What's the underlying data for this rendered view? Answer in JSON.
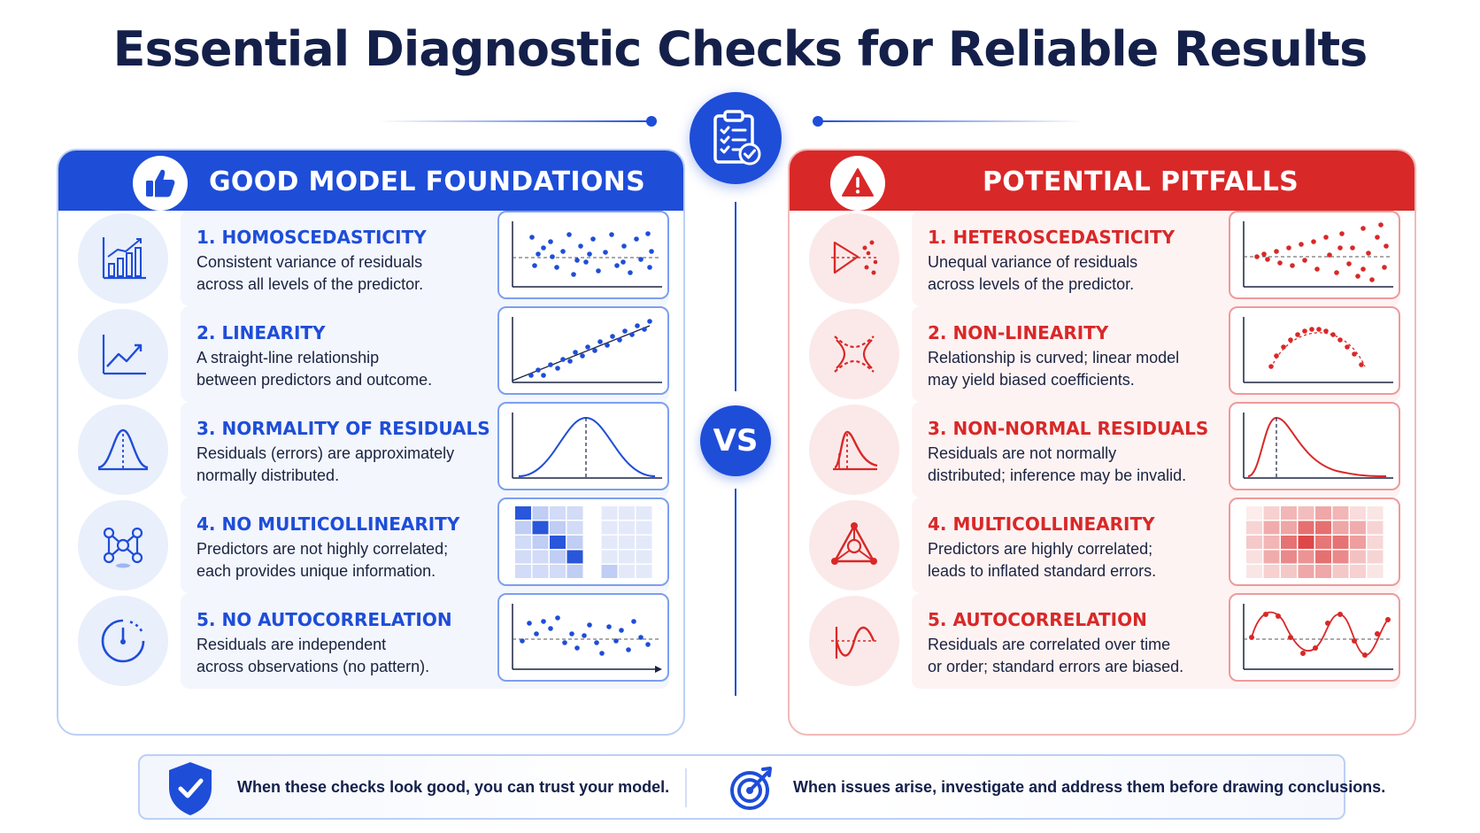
{
  "title": "Essential Diagnostic Checks for Reliable Results",
  "vs_label": "VS",
  "colors": {
    "blue": "#1e4dd8",
    "red": "#d92828",
    "navy": "#14204a"
  },
  "good": {
    "title": "GOOD MODEL FOUNDATIONS",
    "header_icon": "thumbs-up-icon",
    "items": [
      {
        "heading": "1. HOMOSCEDASTICITY",
        "line1": "Consistent variance of residuals",
        "line2": "across all levels of the predictor.",
        "icon": "bar-chart-icon",
        "chart": "even-scatter"
      },
      {
        "heading": "2. LINEARITY",
        "line1": "A straight-line relationship",
        "line2": "between predictors and outcome.",
        "icon": "trend-up-icon",
        "chart": "linear-scatter"
      },
      {
        "heading": "3. NORMALITY OF RESIDUALS",
        "line1": "Residuals (errors) are approximately",
        "line2": "normally distributed.",
        "icon": "bell-curve-icon",
        "chart": "bell-curve"
      },
      {
        "heading": "4. NO MULTICOLLINEARITY",
        "line1": "Predictors are not highly correlated;",
        "line2": "each provides unique information.",
        "icon": "network-icon",
        "chart": "diagonal-heatmap"
      },
      {
        "heading": "5. NO AUTOCORRELATION",
        "line1": "Residuals are independent",
        "line2": "across observations (no pattern).",
        "icon": "clock-icon",
        "chart": "random-residuals"
      }
    ]
  },
  "bad": {
    "title": "POTENTIAL PITFALLS",
    "header_icon": "warning-icon",
    "items": [
      {
        "heading": "1. HETEROSCEDASTICITY",
        "line1": "Unequal variance of residuals",
        "line2": "across levels of the predictor.",
        "icon": "funnel-icon",
        "chart": "funnel-scatter"
      },
      {
        "heading": "2. NON-LINEARITY",
        "line1": "Relationship is curved; linear model",
        "line2": "may yield biased coefficients.",
        "icon": "curves-icon",
        "chart": "curved-scatter"
      },
      {
        "heading": "3. NON-NORMAL RESIDUALS",
        "line1": "Residuals are not normally",
        "line2": "distributed; inference may be invalid.",
        "icon": "skewed-curve-icon",
        "chart": "skewed-curve"
      },
      {
        "heading": "4. MULTICOLLINEARITY",
        "line1": "Predictors are highly correlated;",
        "line2": "leads to inflated standard errors.",
        "icon": "triangle-network-icon",
        "chart": "dense-heatmap"
      },
      {
        "heading": "5. AUTOCORRELATION",
        "line1": "Residuals are correlated over time",
        "line2": "or order; standard errors are biased.",
        "icon": "wave-icon",
        "chart": "wave-residuals"
      }
    ]
  },
  "footer": {
    "left_text": "When these checks look good, you can trust your model.",
    "right_text": "When issues arise, investigate and address them before drawing conclusions.",
    "left_icon": "shield-check-icon",
    "right_icon": "target-icon"
  },
  "center_icon": "clipboard-check-icon"
}
